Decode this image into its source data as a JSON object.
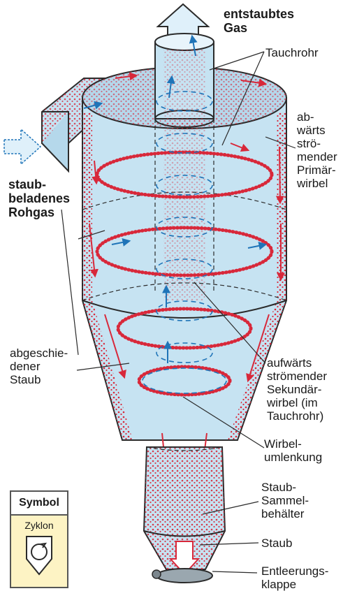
{
  "labels": {
    "gas_out": [
      "entstaubtes",
      "Gas"
    ],
    "tauchrohr": "Tauchrohr",
    "primary_vortex": [
      "ab-",
      "wärts",
      "strö-",
      "mender",
      "Primär-",
      "wirbel"
    ],
    "raw_gas": [
      "staub-",
      "beladenes",
      "Rohgas"
    ],
    "separated_dust": [
      "abgeschie-",
      "dener",
      "Staub"
    ],
    "secondary_vortex": [
      "aufwärts",
      "strömender",
      "Sekundär-",
      "wirbel (im",
      "Tauchrohr)"
    ],
    "vortex_reversal": [
      "Wirbel-",
      "umlenkung"
    ],
    "collector": [
      "Staub-",
      "Sammel-",
      "behälter"
    ],
    "dust": "Staub",
    "discharge_valve": [
      "Entleerungs-",
      "klappe"
    ]
  },
  "symbol": {
    "title": "Symbol",
    "name": "Zyklon"
  },
  "colors": {
    "body": "#c6e3f2",
    "outline": "#2b2b2b",
    "dust": "#d8283a",
    "flow": "#1f74b8",
    "symbol_bg": "#fdf3c4"
  }
}
